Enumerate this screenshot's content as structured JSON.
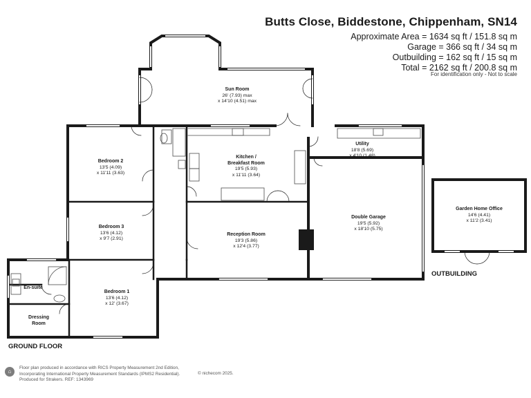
{
  "header": {
    "title": "Butts Close, Biddestone, Chippenham, SN14",
    "areas": [
      "Approximate Area = 1634 sq ft / 151.8 sq m",
      "Garage = 366 sq ft / 34 sq m",
      "Outbuilding = 162 sq ft / 15 sq m",
      "Total = 2162 sq ft / 200.8 sq m"
    ],
    "note": "For identification only - Not to scale"
  },
  "rooms": [
    {
      "name": "Sun Room",
      "dims": [
        "26' (7.93) max",
        "x 14'10 (4.51) max"
      ]
    },
    {
      "name": "Bedroom 2",
      "dims": [
        "13'5 (4.09)",
        "x 11'11 (3.63)"
      ]
    },
    {
      "name": "Kitchen / Breakfast Room",
      "dims": [
        "19'5 (5.93)",
        "x 11'11 (3.64)"
      ]
    },
    {
      "name": "Utility",
      "dims": [
        "18'8 (5.69)",
        "x 4'10 (1.48)"
      ]
    },
    {
      "name": "Bedroom 3",
      "dims": [
        "13'6 (4.12)",
        "x 9'7 (2.91)"
      ]
    },
    {
      "name": "Reception Room",
      "dims": [
        "19'3 (5.86)",
        "x 12'4 (3.77)"
      ]
    },
    {
      "name": "Double Garage",
      "dims": [
        "19'5 (5.92)",
        "x 18'10 (5.75)"
      ]
    },
    {
      "name": "Garden Home Office",
      "dims": [
        "14'6 (4.41)",
        "x 11'2 (3.41)"
      ]
    },
    {
      "name": "Bedroom 1",
      "dims": [
        "13'6 (4.12)",
        "x 12' (3.67)"
      ]
    },
    {
      "name": "En-suite",
      "dims": []
    },
    {
      "name": "Dressing Room",
      "dims": []
    }
  ],
  "kitchen_name_lines": [
    "Kitchen /",
    "Breakfast Room"
  ],
  "dressing_name_lines": [
    "Dressing",
    "Room"
  ],
  "labels": {
    "ground_floor": "GROUND FLOOR",
    "outbuilding": "OUTBUILDING"
  },
  "footer": {
    "lines": [
      "Floor plan produced in accordance with RICS Property Measurement 2nd Edition,",
      "Incorporating International Property Measurement Standards (IPMS2 Residential).",
      "Produced for Strakers.   REF: 1343969"
    ],
    "copyright": "© nichecom 2025."
  },
  "colors": {
    "wall": "#1a1a1a",
    "fixture": "#4a4a4a",
    "window": "#ffffff"
  }
}
